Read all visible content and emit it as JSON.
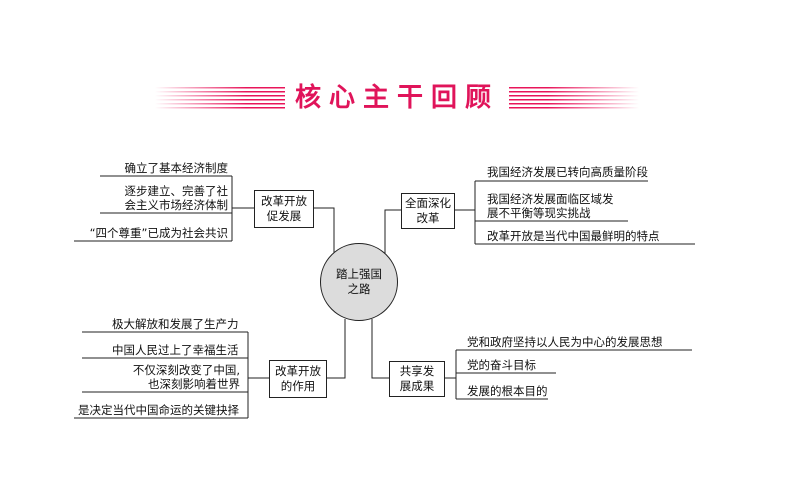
{
  "header": {
    "title": "核心主干回顾"
  },
  "center": {
    "line1": "踏上强国",
    "line2": "之路"
  },
  "branches": {
    "tl": {
      "box": [
        "改革开放",
        "促发展"
      ],
      "leaves": [
        [
          "确立了基本经济制度"
        ],
        [
          "逐步建立、完善了社",
          "会主义市场经济体制"
        ],
        [
          "“四个尊重”已成为社会共识"
        ]
      ]
    },
    "tr": {
      "box": [
        "全面深化",
        "改革"
      ],
      "leaves": [
        [
          "我国经济发展已转向高质量阶段"
        ],
        [
          "我国经济发展面临区域发",
          "展不平衡等现实挑战"
        ],
        [
          "改革开放是当代中国最鲜明的特点"
        ]
      ]
    },
    "bl": {
      "box": [
        "改革开放",
        "的作用"
      ],
      "leaves": [
        [
          "极大解放和发展了生产力"
        ],
        [
          "中国人民过上了幸福生活"
        ],
        [
          "不仅深刻改变了中国,",
          "也深刻影响着世界"
        ],
        [
          "是决定当代中国命运的关键抉择"
        ]
      ]
    },
    "br": {
      "box": [
        "共享发",
        "展成果"
      ],
      "leaves": [
        [
          "党和政府坚持以人民为中心的发展思想"
        ],
        [
          "党的奋斗目标"
        ],
        [
          "发展的根本目的"
        ]
      ]
    }
  }
}
